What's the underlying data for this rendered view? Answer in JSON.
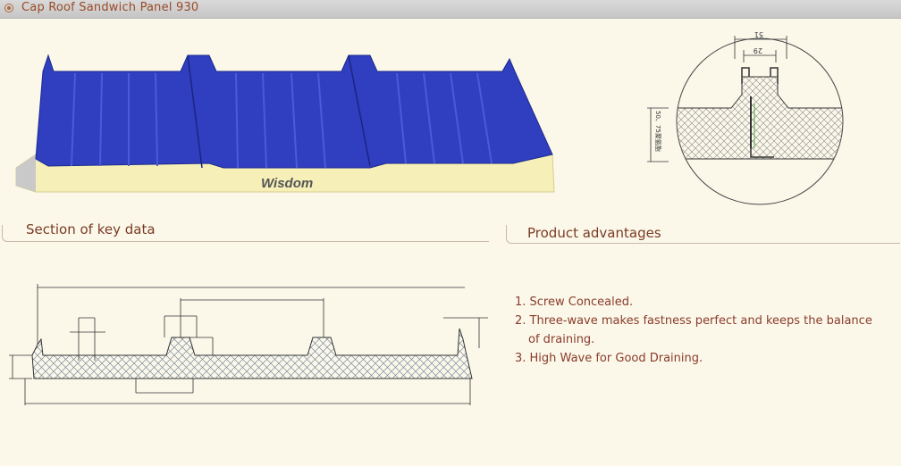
{
  "header": {
    "title": "Cap Roof Sandwich Panel 930"
  },
  "panel_brand": "Wisdom",
  "section_key_data": "Section of key data",
  "section_advantages": "Product advantages",
  "advantages": [
    "1. Screw Concealed.",
    "2. Three-wave makes fastness perfect and keeps the balance",
    "of draining.",
    "3. High Wave for Good Draining."
  ],
  "detail_dims": {
    "top": "51",
    "inner": "29",
    "side": "50、75聚氨酯"
  },
  "colors": {
    "panel_blue": "#2f3fc0",
    "foam": "#f6f0b8",
    "text": "#8a3b2a"
  }
}
